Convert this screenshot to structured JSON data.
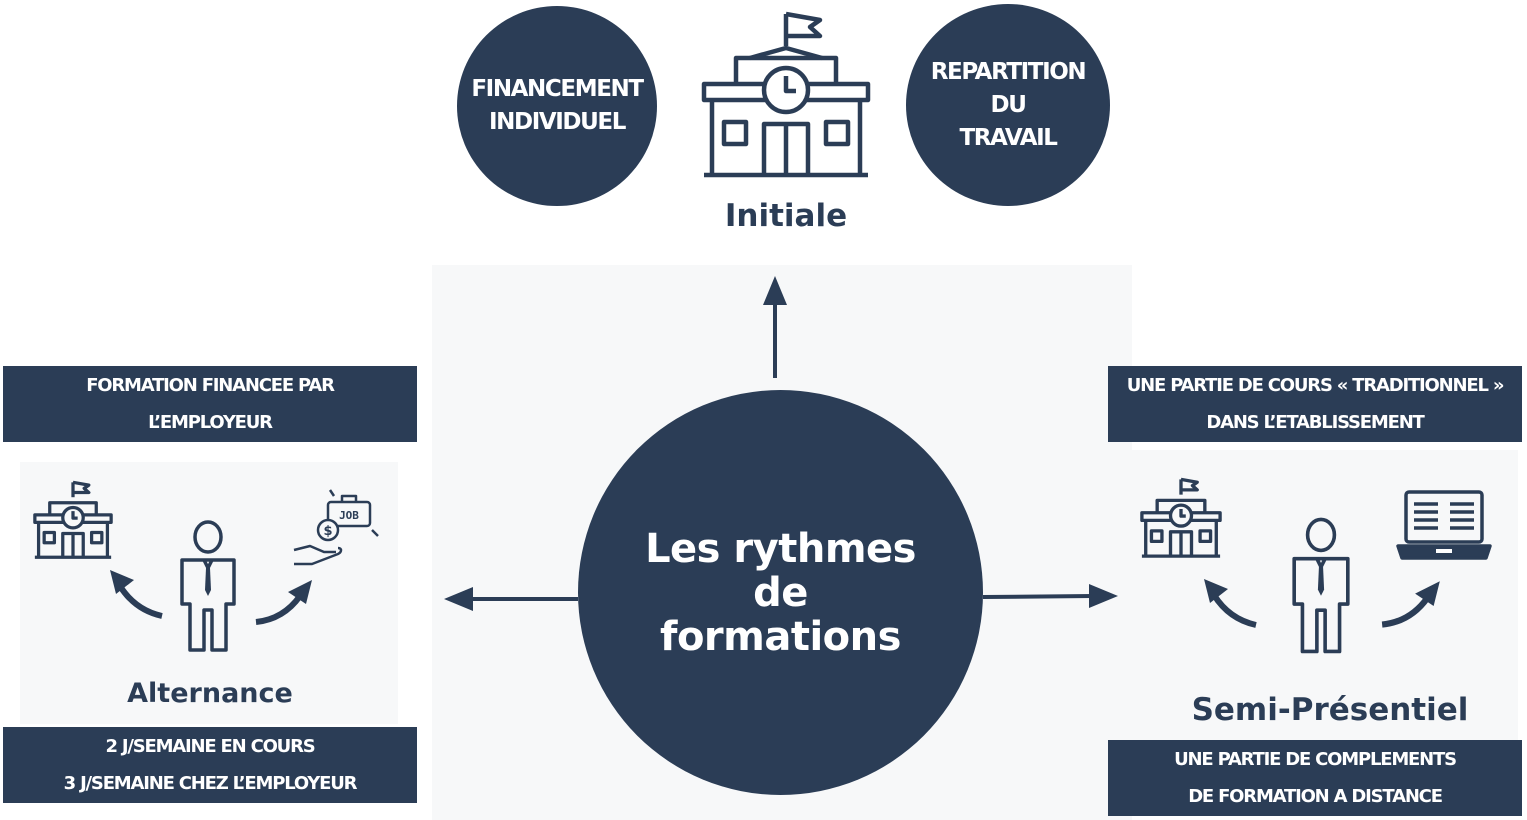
{
  "top": {
    "left_circle": [
      "FINANCEMENT",
      "INDIVIDUEL"
    ],
    "right_circle": [
      "REPARTITION",
      "DU",
      "TRAVAIL"
    ],
    "label": "Initiale",
    "icons": [
      "school-building-icon"
    ]
  },
  "center": {
    "title_lines": [
      "Les rythmes",
      "de",
      "formations"
    ]
  },
  "left": {
    "top_box": [
      "FORMATION FINANCEE PAR",
      "L’EMPLOYEUR"
    ],
    "label": "Alternance",
    "job_text": "JOB",
    "bottom_box": [
      "2 J/SEMAINE EN COURS",
      "3 J/SEMAINE CHEZ L’EMPLOYEUR"
    ],
    "icons": [
      "school-icon",
      "person-icon",
      "job-money-icon",
      "curved-arrow-icon"
    ]
  },
  "right": {
    "top_box": [
      "UNE PARTIE DE COURS « TRADITIONNEL »",
      "DANS L’ETABLISSEMENT"
    ],
    "label": "Semi-Présentiel",
    "bottom_box": [
      "UNE PARTIE DE COMPLEMENTS",
      "DE FORMATION A DISTANCE"
    ],
    "icons": [
      "school-icon",
      "person-icon",
      "laptop-icon",
      "curved-arrow-icon"
    ]
  },
  "colors": {
    "navy": "#2b3d56",
    "panel": "#f7f8f9",
    "white": "#ffffff"
  }
}
